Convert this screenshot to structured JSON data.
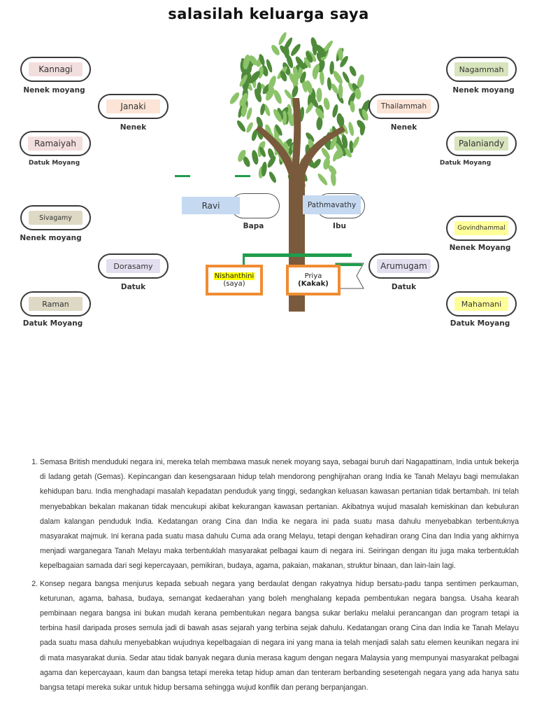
{
  "title": "salasilah keluarga saya",
  "tree": {
    "left": [
      {
        "name": "Kannagi",
        "role": "Nenek moyang"
      },
      {
        "name": "Janaki",
        "role": "Nenek"
      },
      {
        "name": "Ramaiyah",
        "role": "Datuk Moyang"
      },
      {
        "name": "Sivagamy",
        "role": "Nenek moyang"
      },
      {
        "name": "Dorasamy",
        "role": "Datuk"
      },
      {
        "name": "Raman",
        "role": "Datuk Moyang"
      }
    ],
    "right": [
      {
        "name": "Nagammah",
        "role": "Nenek moyang"
      },
      {
        "name": "Thailammah",
        "role": "Nenek"
      },
      {
        "name": "Palaniandy",
        "role": "Datuk Moyang"
      },
      {
        "name": "Govindhammal",
        "role": "Nenek Moyang"
      },
      {
        "name": "Arumugam",
        "role": "Datuk"
      },
      {
        "name": "Mahamani",
        "role": "Datuk Moyang"
      }
    ],
    "father": {
      "name": "Ravi",
      "role": "Bapa"
    },
    "mother": {
      "name": "Pathmavathy",
      "role": "Ibu"
    },
    "self": {
      "name": "Nishanthini",
      "note": "(saya)"
    },
    "sibling": {
      "name": "Priya",
      "note": "(Kakak)"
    }
  },
  "colors": {
    "trunk": "#7a5a3c",
    "leaf_dark": "#4e8a3a",
    "leaf_light": "#8cc36a",
    "orange_border": "#f08c32",
    "ribbon_green": "#1f9d4c"
  },
  "paragraphs": [
    "Semasa British menduduki negara ini, mereka telah membawa masuk nenek moyang saya, sebagai buruh dari Nagapattinam, India untuk bekerja di ladang getah (Gemas). Kepincangan dan kesengsaraan hidup telah mendorong penghijrahan orang India ke Tanah Melayu bagi memulakan kehidupan baru. India menghadapi masalah kepadatan penduduk yang tinggi, sedangkan keluasan kawasan pertanian tidak bertambah. Ini telah menyebabkan bekalan makanan tidak mencukupi akibat kekurangan kawasan pertanian. Akibatnya wujud masalah kemiskinan dan kebuluran dalam kalangan penduduk India. Kedatangan orang Cina dan India ke negara ini pada suatu masa dahulu menyebabkan terbentuknya masyarakat majmuk. Ini kerana pada suatu masa dahulu Cuma ada orang Melayu, tetapi dengan kehadiran orang Cina dan India yang akhirnya menjadi warganegara Tanah Melayu maka terbentuklah masyarakat pelbagai kaum di negara ini. Seiringan dengan itu juga maka terbentuklah kepelbagaian samada dari segi kepercayaan, pemikiran, budaya, agama, pakaian, makanan, struktur binaan, dan lain-lain lagi.",
    "Konsep negara bangsa menjurus kepada sebuah negara yang berdaulat dengan rakyatnya hidup bersatu-padu tanpa sentimen perkauman, keturunan, agama, bahasa, budaya, semangat kedaerahan yang boleh menghalang kepada pembentukan negara bangsa. Usaha kearah pembinaan negara bangsa ini bukan mudah kerana pembentukan negara bangsa sukar berlaku melalui perancangan dan program tetapi ia terbina hasil daripada proses semula jadi di bawah asas sejarah yang terbina sejak dahulu. Kedatangan orang Cina dan India ke Tanah Melayu pada suatu masa dahulu menyebabkan wujudnya kepelbagaian di negara ini yang mana ia telah menjadi salah satu elemen keunikan negara ini di mata masyarakat dunia. Sedar atau tidak banyak negara dunia merasa kagum dengan negara Malaysia yang mempunyai masyarakat pelbagai agama dan kepercayaan, kaum dan bangsa tetapi mereka tetap hidup aman dan tenteram berbanding sesetengah negara yang ada hanya satu bangsa tetapi mereka sukar untuk hidup bersama sehingga wujud konflik dan perang berpanjangan."
  ]
}
